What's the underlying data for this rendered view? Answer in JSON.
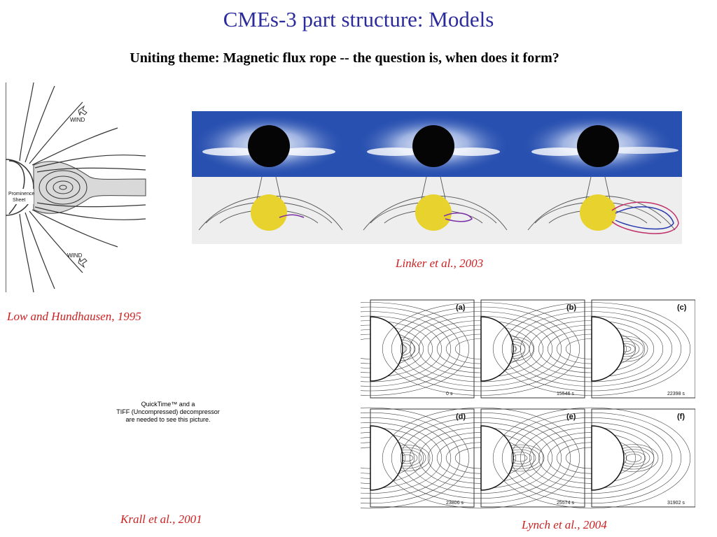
{
  "slide": {
    "title": "CMEs-3 part structure: Models",
    "subtitle": "Uniting theme: Magnetic flux rope -- the question is, when does it form?"
  },
  "figures": {
    "low_hundhausen": {
      "citation": "Low and Hundhausen, 1995",
      "labels": {
        "prominence": "Prominence",
        "sheet": "Sheet",
        "wind_top": "WIND",
        "wind_bottom": "WIND"
      }
    },
    "linker": {
      "citation": "Linker et al., 2003"
    },
    "krall": {
      "citation": "Krall et al., 2001",
      "placeholder_lines": [
        "QuickTime™ and a",
        "TIFF (Uncompressed) decompressor",
        "are needed to see this picture."
      ]
    },
    "lynch": {
      "citation": "Lynch et al., 2004",
      "panels": [
        {
          "label": "(a)",
          "time": "0 s"
        },
        {
          "label": "(b)",
          "time": "15546 s"
        },
        {
          "label": "(c)",
          "time": "22398 s"
        },
        {
          "label": "(d)",
          "time": "23806 s"
        },
        {
          "label": "(e)",
          "time": "25574 s"
        },
        {
          "label": "(f)",
          "time": "31902 s"
        }
      ]
    }
  },
  "colors": {
    "title": "#2b2b9c",
    "citation": "#cc1f1f",
    "corona_blue": "#2850b0",
    "sun_yellow": "#e8d22e"
  }
}
